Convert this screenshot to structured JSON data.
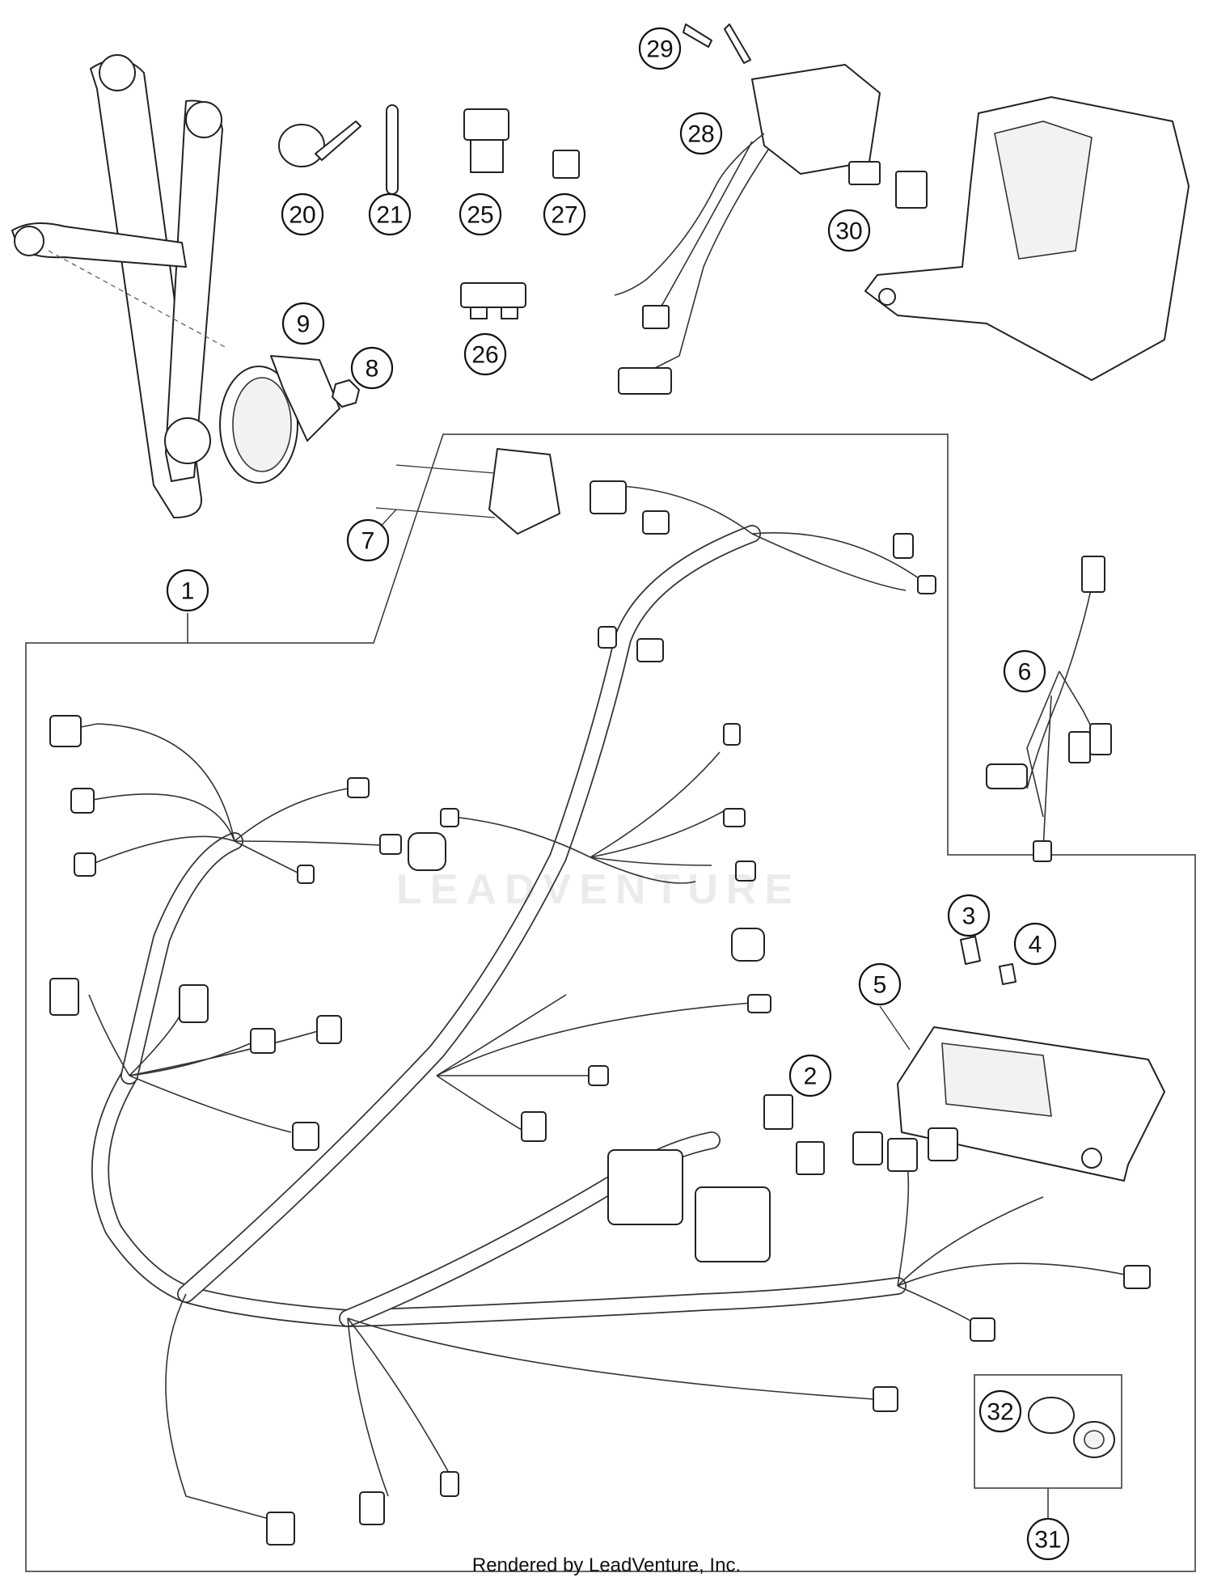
{
  "callouts": [
    {
      "id": "1",
      "label": "1"
    },
    {
      "id": "2",
      "label": "2"
    },
    {
      "id": "3",
      "label": "3"
    },
    {
      "id": "4",
      "label": "4"
    },
    {
      "id": "5",
      "label": "5"
    },
    {
      "id": "6",
      "label": "6"
    },
    {
      "id": "7",
      "label": "7"
    },
    {
      "id": "8",
      "label": "8"
    },
    {
      "id": "9",
      "label": "9"
    },
    {
      "id": "20",
      "label": "20"
    },
    {
      "id": "21",
      "label": "21"
    },
    {
      "id": "25",
      "label": "25"
    },
    {
      "id": "26",
      "label": "26"
    },
    {
      "id": "27",
      "label": "27"
    },
    {
      "id": "28",
      "label": "28"
    },
    {
      "id": "29",
      "label": "29"
    },
    {
      "id": "30",
      "label": "30"
    },
    {
      "id": "31",
      "label": "31"
    },
    {
      "id": "32",
      "label": "32"
    }
  ],
  "watermark": "LEADVENTURE",
  "credit": "Rendered by LeadVenture, Inc."
}
